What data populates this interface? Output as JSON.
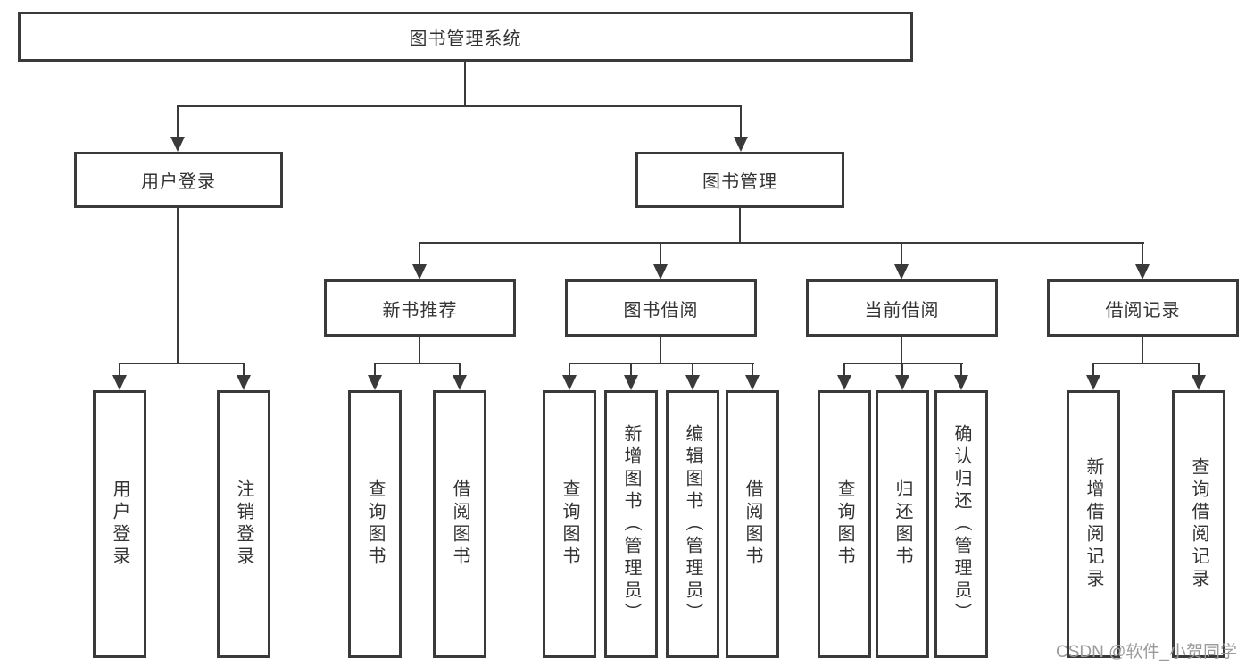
{
  "diagram": {
    "title": "图书管理系统",
    "root": {
      "label": "图书管理系统"
    },
    "level2": [
      {
        "label": "用户登录"
      },
      {
        "label": "图书管理"
      }
    ],
    "level3": [
      {
        "label": "新书推荐"
      },
      {
        "label": "图书借阅"
      },
      {
        "label": "当前借阅"
      },
      {
        "label": "借阅记录"
      }
    ],
    "leaves": {
      "user_login": [
        {
          "label": "用户登录"
        },
        {
          "label": "注销登录"
        }
      ],
      "new_book": [
        {
          "label": "查询图书"
        },
        {
          "label": "借阅图书"
        }
      ],
      "book_borrow": [
        {
          "label": "查询图书"
        },
        {
          "label": "新增图书（管理员）"
        },
        {
          "label": "编辑图书（管理员）"
        },
        {
          "label": "借阅图书"
        }
      ],
      "current_borrow": [
        {
          "label": "查询图书"
        },
        {
          "label": "归还图书"
        },
        {
          "label": "确认归还（管理员）"
        }
      ],
      "borrow_record": [
        {
          "label": "新增借阅记录"
        },
        {
          "label": "查询借阅记录"
        }
      ]
    },
    "colors": {
      "line": "#3a3a3a",
      "text": "#333333",
      "background": "#ffffff",
      "watermark": "#9b9b9b"
    }
  },
  "watermark": {
    "text": "CSDN @软件_小贺同学"
  }
}
